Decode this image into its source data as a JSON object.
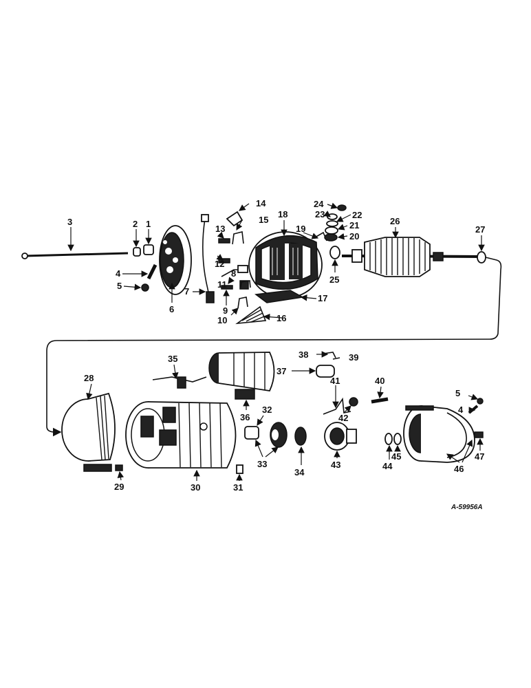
{
  "diagram": {
    "drawing_code": "A-59956A",
    "callouts": [
      "1",
      "2",
      "3",
      "4",
      "5",
      "6",
      "7",
      "8",
      "9",
      "10",
      "11",
      "12",
      "13",
      "14",
      "15",
      "16",
      "17",
      "18",
      "19",
      "20",
      "21",
      "22",
      "23",
      "24",
      "25",
      "26",
      "27",
      "28",
      "29",
      "30",
      "31",
      "32",
      "33",
      "34",
      "35",
      "36",
      "37",
      "38",
      "39",
      "40",
      "41",
      "42",
      "43",
      "44",
      "45",
      "46",
      "47"
    ],
    "extra_callouts": {
      "4b": "4",
      "5b": "5"
    }
  }
}
